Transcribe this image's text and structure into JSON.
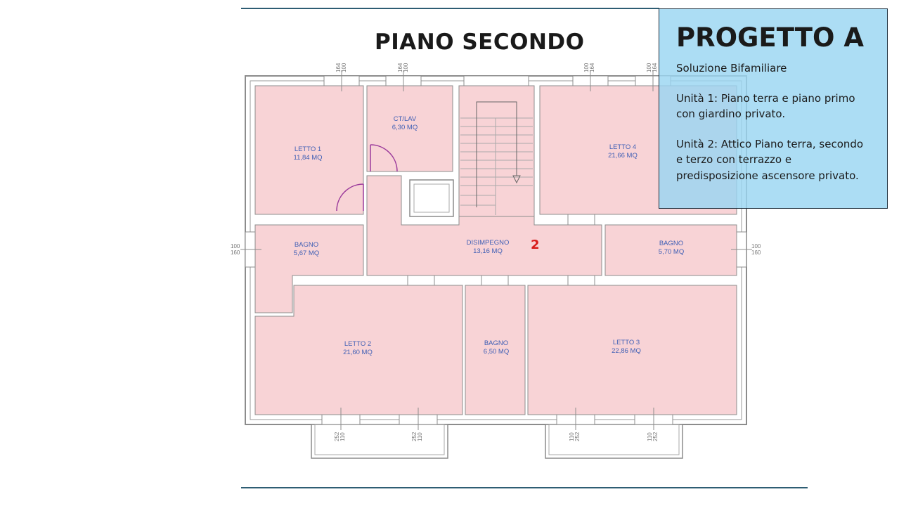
{
  "slide": {
    "title": "PIANO SECONDO"
  },
  "info_box": {
    "title": "PROGETTO A",
    "subtitle": "Soluzione Bifamiliare",
    "unit1": "Unità 1: Piano terra e piano primo con giardino privato.",
    "unit2": "Unità 2: Attico Piano terra, secondo e terzo con terrazzo e predisposizione ascensore privato."
  },
  "floorplan": {
    "unit_number": "2",
    "rooms": [
      {
        "name": "LETTO 1",
        "area": "11,84 MQ"
      },
      {
        "name": "CT/LAV",
        "area": "6,30 MQ"
      },
      {
        "name": "LETTO 4",
        "area": "21,66 MQ"
      },
      {
        "name": "BAGNO",
        "area": "5,67 MQ"
      },
      {
        "name": "DISIMPEGNO",
        "area": "13,16 MQ"
      },
      {
        "name": "BAGNO",
        "area": "5,70 MQ"
      },
      {
        "name": "LETTO 2",
        "area": "21,60 MQ"
      },
      {
        "name": "BAGNO",
        "area": "6,50 MQ"
      },
      {
        "name": "LETTO 3",
        "area": "22,86 MQ"
      }
    ],
    "window_labels": {
      "top_a": [
        "164",
        "100"
      ],
      "top_b": [
        "164",
        "100"
      ],
      "top_c": [
        "100",
        "164"
      ],
      "top_d": [
        "100",
        "164"
      ],
      "left": [
        "100",
        "160"
      ],
      "right": [
        "100",
        "160"
      ],
      "bottom_a": [
        "252",
        "110"
      ],
      "bottom_b": [
        "252",
        "110"
      ],
      "bottom_c": [
        "110",
        "252"
      ],
      "bottom_d": [
        "110",
        "252"
      ]
    }
  },
  "colors": {
    "room_fill": "#f8d3d6",
    "wall": "#8c8c8c",
    "rule": "#2e5d73",
    "info_box_bg": "#9ad6f2",
    "door_arc": "#9b3a9b",
    "unit_number": "#d81b1b"
  }
}
